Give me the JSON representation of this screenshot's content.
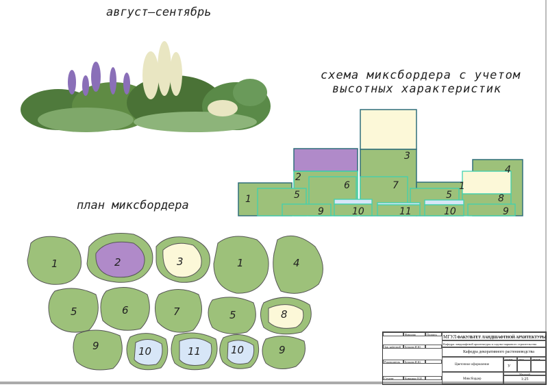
{
  "titles": {
    "season": "август–сентябрь",
    "scheme": "схема миксбордера с учетом высотных характеристик",
    "scheme_line1": "схема миксбордера с учетом",
    "scheme_line2": "высотных характеристик",
    "plan": "план миксбордера"
  },
  "colors": {
    "green": "#9dc17a",
    "dark_green_edge": "#6e9a4c",
    "purple": "#b08ac9",
    "cream": "#fcf8d8",
    "light_blue": "#d7e6f7",
    "teal_outline": "#3fd1b0"
  },
  "scheme_labels": {
    "l1": "1",
    "l2": "2",
    "l3": "3",
    "l4": "4",
    "l5": "5",
    "l6": "6",
    "l7": "7",
    "l8": "8",
    "l9": "9",
    "l10": "10",
    "l11": "11",
    "r1": "1",
    "r5": "5",
    "r9": "9",
    "r10": "10"
  },
  "plan_labels": [
    "1",
    "2",
    "3",
    "1",
    "4",
    "5",
    "6",
    "7",
    "5",
    "8",
    "9",
    "10",
    "11",
    "10",
    "9"
  ],
  "stamp": {
    "surname": "Фамилия",
    "signature": "Подпись",
    "head_role": "Зав. кафедрой",
    "head_name": "Бочкова И.Ю.",
    "supervisor_role": "Руководитель",
    "supervisor_name": "Бочкова И.Ю.",
    "student_role": "Студент",
    "student_name": "Коврижко Н.И.",
    "university": "МГУЛ",
    "faculty": "ФАКУЛЬТЕТ ЛАНДШАФТНОЙ АРХИТЕКТУРЫ",
    "dept1": "Кафедра ландшафтной архитектуры и садово-паркового строительства",
    "dept2": "Кафедра декоративного растениеводства",
    "subject": "Цветочное оформление",
    "stage_h": "стадия",
    "sheet_h": "лист",
    "sheets_h": "листов",
    "stage": "У",
    "scale_h": "Масштаб",
    "scale": "1:25",
    "drawing": "Миксбордер"
  }
}
